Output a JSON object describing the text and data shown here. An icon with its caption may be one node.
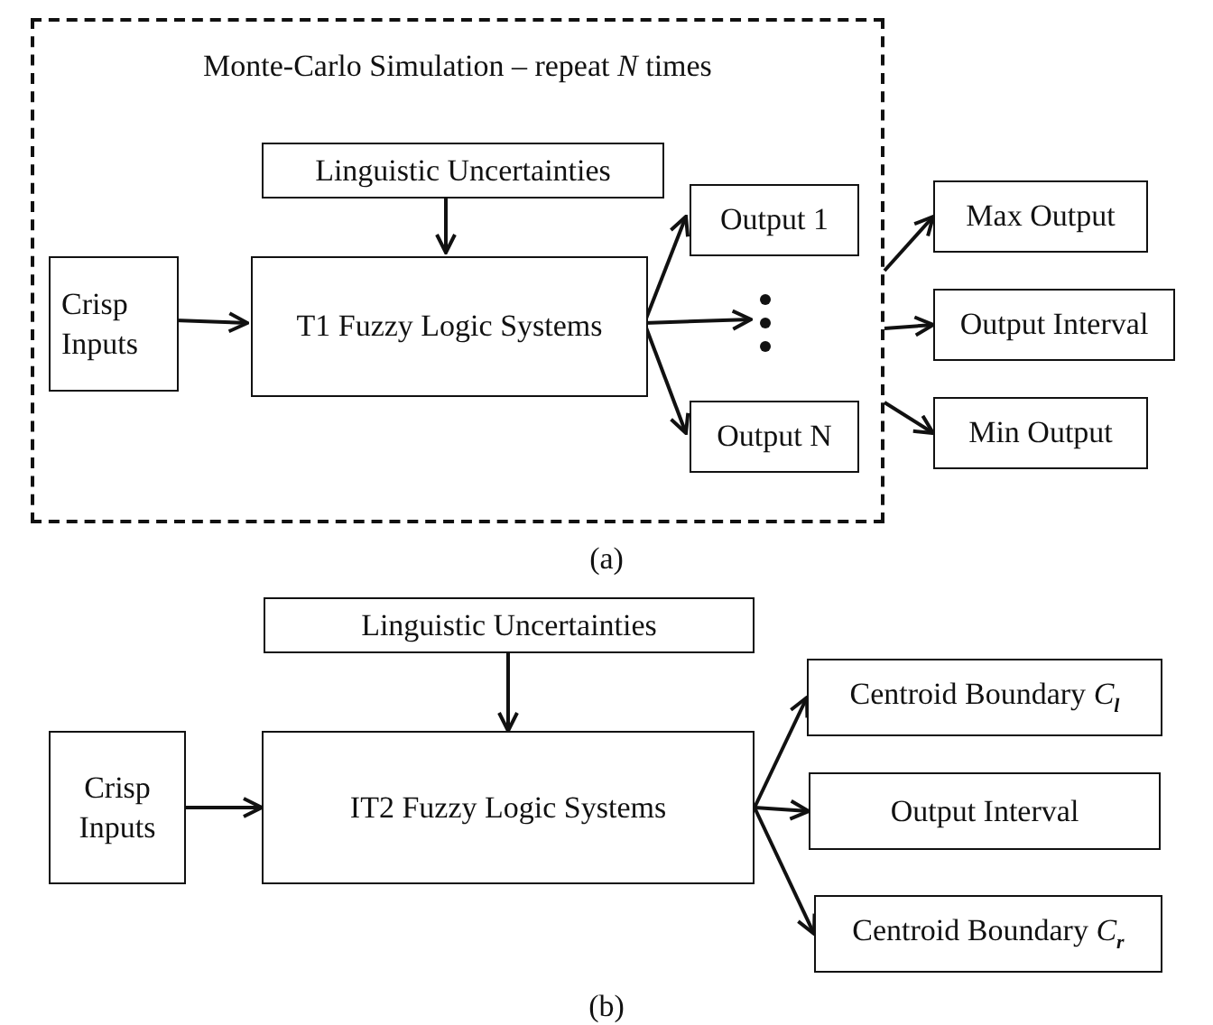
{
  "diagram": {
    "nodes": [
      {
        "text": [
          "Monte-Carlo Simulation – repeat *N* times"
        ]
      },
      {
        "text": [
          "Linguistic Uncertainties"
        ],
        "in": 0
      },
      {
        "text": [
          "Crisp Inputs"
        ],
        "in": 0
      },
      {
        "text": [
          "T1 Fuzzy Logic Systems"
        ],
        "in": 0
      },
      {
        "text": [
          "Output 1"
        ],
        "in": 0
      },
      {
        "text": [],
        "shape": "dots",
        "in": 0
      },
      {
        "text": [
          "Output N"
        ],
        "in": 0
      },
      {
        "text": [
          "Max Output"
        ]
      },
      {
        "text": [
          "Output Interval"
        ]
      },
      {
        "text": [
          "Min Output"
        ]
      },
      {
        "text": [
          "Linguistic Uncertainties"
        ]
      },
      {
        "text": [
          "Crisp Inputs"
        ]
      },
      {
        "text": [
          "IT2 Fuzzy Logic Systems"
        ]
      },
      {
        "text": [
          "Centroid Boundary *C*$_{l}$"
        ]
      },
      {
        "text": [
          "Output Interval"
        ]
      },
      {
        "text": [
          "Centroid Boundary *C*$_{r}$"
        ]
      }
    ],
    "edges": [
      {
        "from": 1,
        "to": 3,
        "arrow": "to"
      },
      {
        "from": 2,
        "to": 3,
        "arrow": "to"
      },
      {
        "from": 3,
        "to": 4,
        "arrow": "to"
      },
      {
        "from": 3,
        "to": 5,
        "arrow": "to"
      },
      {
        "from": 3,
        "to": 6,
        "arrow": "to"
      },
      {
        "from": 0,
        "to": 7,
        "arrow": "to"
      },
      {
        "from": 0,
        "to": 8,
        "arrow": "to"
      },
      {
        "from": 0,
        "to": 9,
        "arrow": "to"
      },
      {
        "from": 10,
        "to": 12,
        "arrow": "to"
      },
      {
        "from": 11,
        "to": 12,
        "arrow": "to"
      },
      {
        "from": 12,
        "to": 13,
        "arrow": "to"
      },
      {
        "from": 12,
        "to": 14,
        "arrow": "to"
      },
      {
        "from": 12,
        "to": 15,
        "arrow": "to"
      }
    ],
    "labels": [
      "(a)",
      "(b)"
    ]
  }
}
